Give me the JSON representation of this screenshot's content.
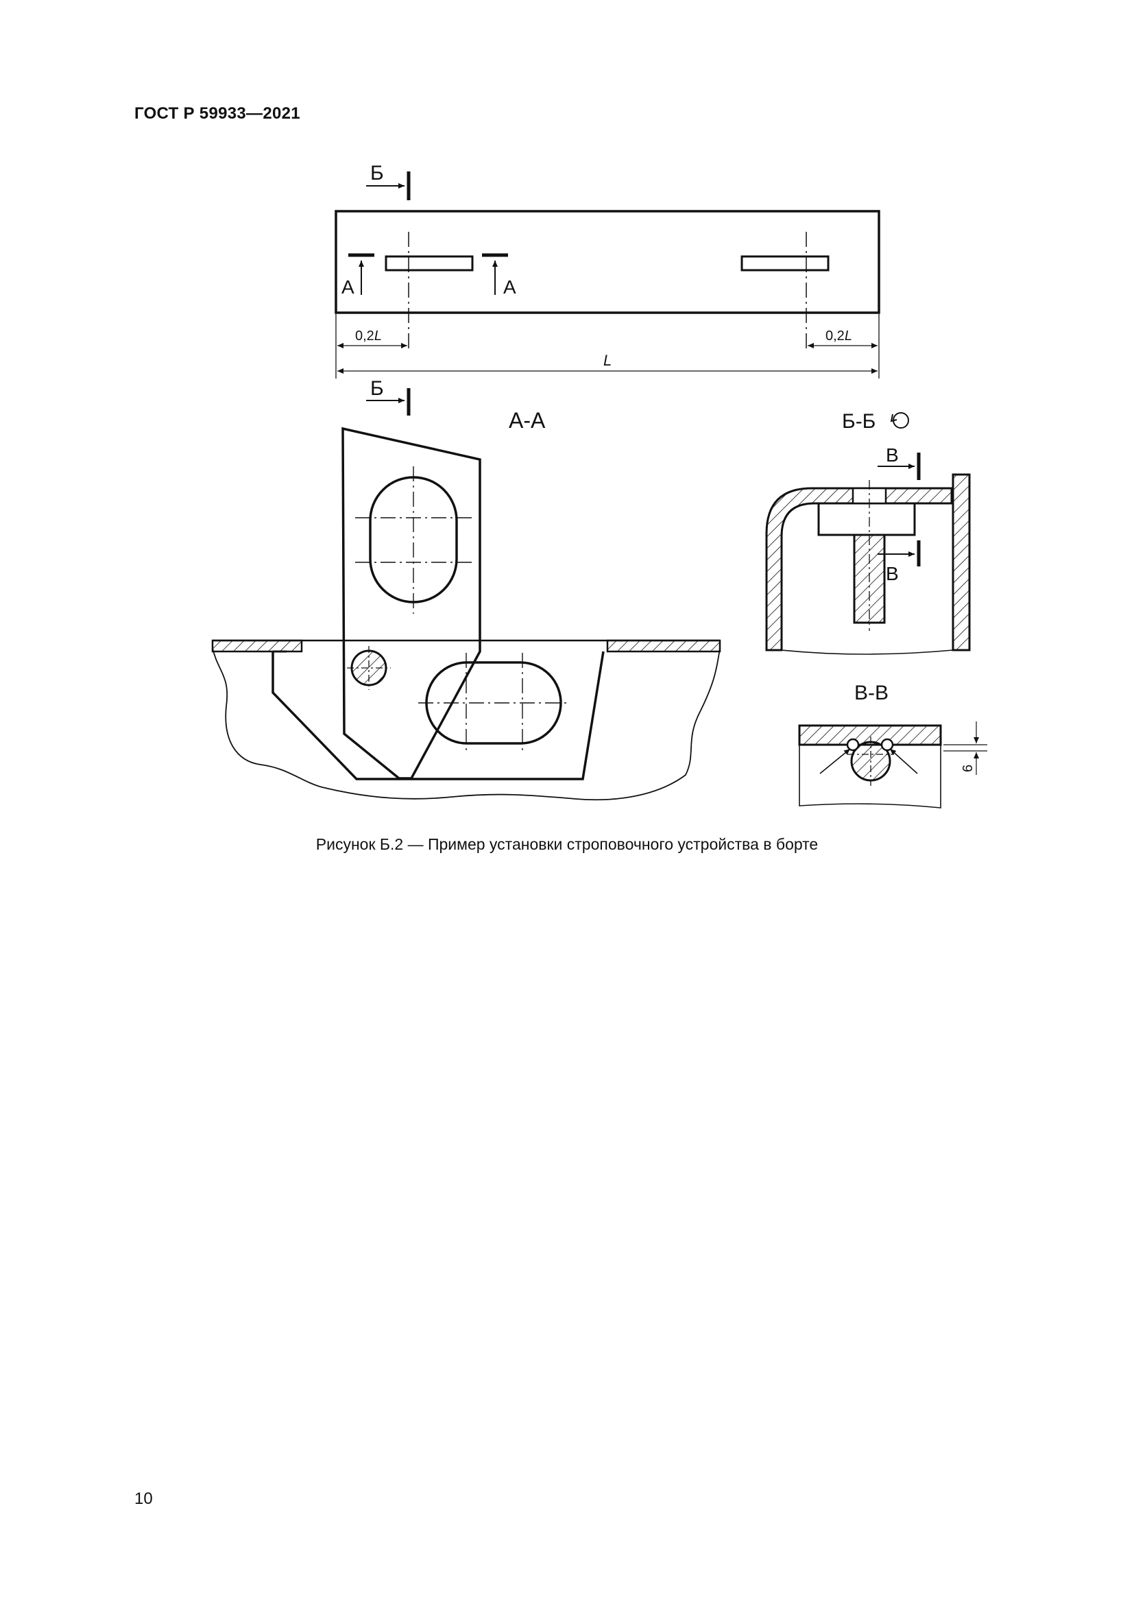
{
  "header": {
    "doc_id": "ГОСТ Р 59933—2021"
  },
  "figure": {
    "caption": "Рисунок Б.2 — Пример установки строповочного устройства в борте",
    "labels": {
      "section_b": "Б",
      "section_a": "А",
      "section_v": "В",
      "dim_02L": "0,2",
      "dim_L": "L",
      "view_aa": "А-А",
      "view_bb": "Б-Б",
      "view_vv": "В-В",
      "dim_6": "6"
    }
  },
  "page_number": "10"
}
